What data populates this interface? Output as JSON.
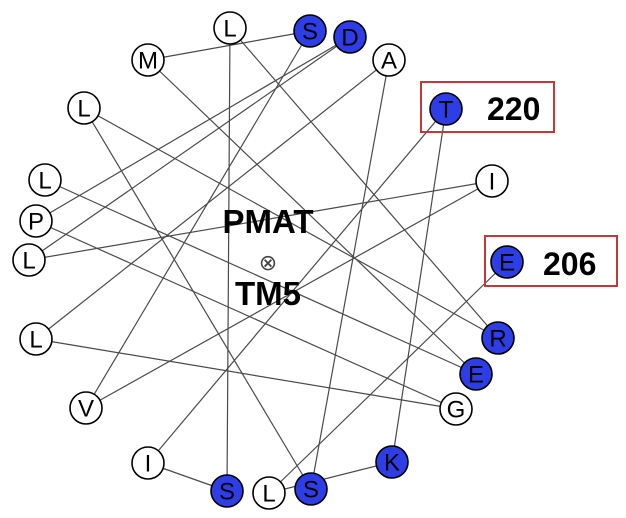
{
  "diagram": {
    "title_line1": "PMAT",
    "title_line2": "TM5",
    "axis_symbol": "⊗",
    "colors": {
      "highlight": "#2e3ee6",
      "plain_fill": "#ffffff",
      "outline": "#000000",
      "connector": "#4a4a4a",
      "callout_box": "#c0393b"
    },
    "residues": [
      {
        "letter": "E",
        "highlight": true
      },
      {
        "letter": "L",
        "highlight": false
      },
      {
        "letter": "K",
        "highlight": true
      },
      {
        "letter": "T",
        "highlight": true
      },
      {
        "letter": "I",
        "highlight": false
      },
      {
        "letter": "S",
        "highlight": true
      },
      {
        "letter": "L",
        "highlight": false
      },
      {
        "letter": "R",
        "highlight": true
      },
      {
        "letter": "L",
        "highlight": false
      },
      {
        "letter": "S",
        "highlight": true
      },
      {
        "letter": "A",
        "highlight": false
      },
      {
        "letter": "L",
        "highlight": false
      },
      {
        "letter": "G",
        "highlight": false
      },
      {
        "letter": "P",
        "highlight": false
      },
      {
        "letter": "D",
        "highlight": true
      },
      {
        "letter": "L",
        "highlight": false
      },
      {
        "letter": "I",
        "highlight": false
      },
      {
        "letter": "V",
        "highlight": false
      },
      {
        "letter": "S",
        "highlight": true
      },
      {
        "letter": "M",
        "highlight": false
      },
      {
        "letter": "E",
        "highlight": true
      },
      {
        "letter": "L",
        "highlight": false
      }
    ],
    "callouts": [
      {
        "label": "220"
      },
      {
        "label": "206"
      }
    ]
  }
}
